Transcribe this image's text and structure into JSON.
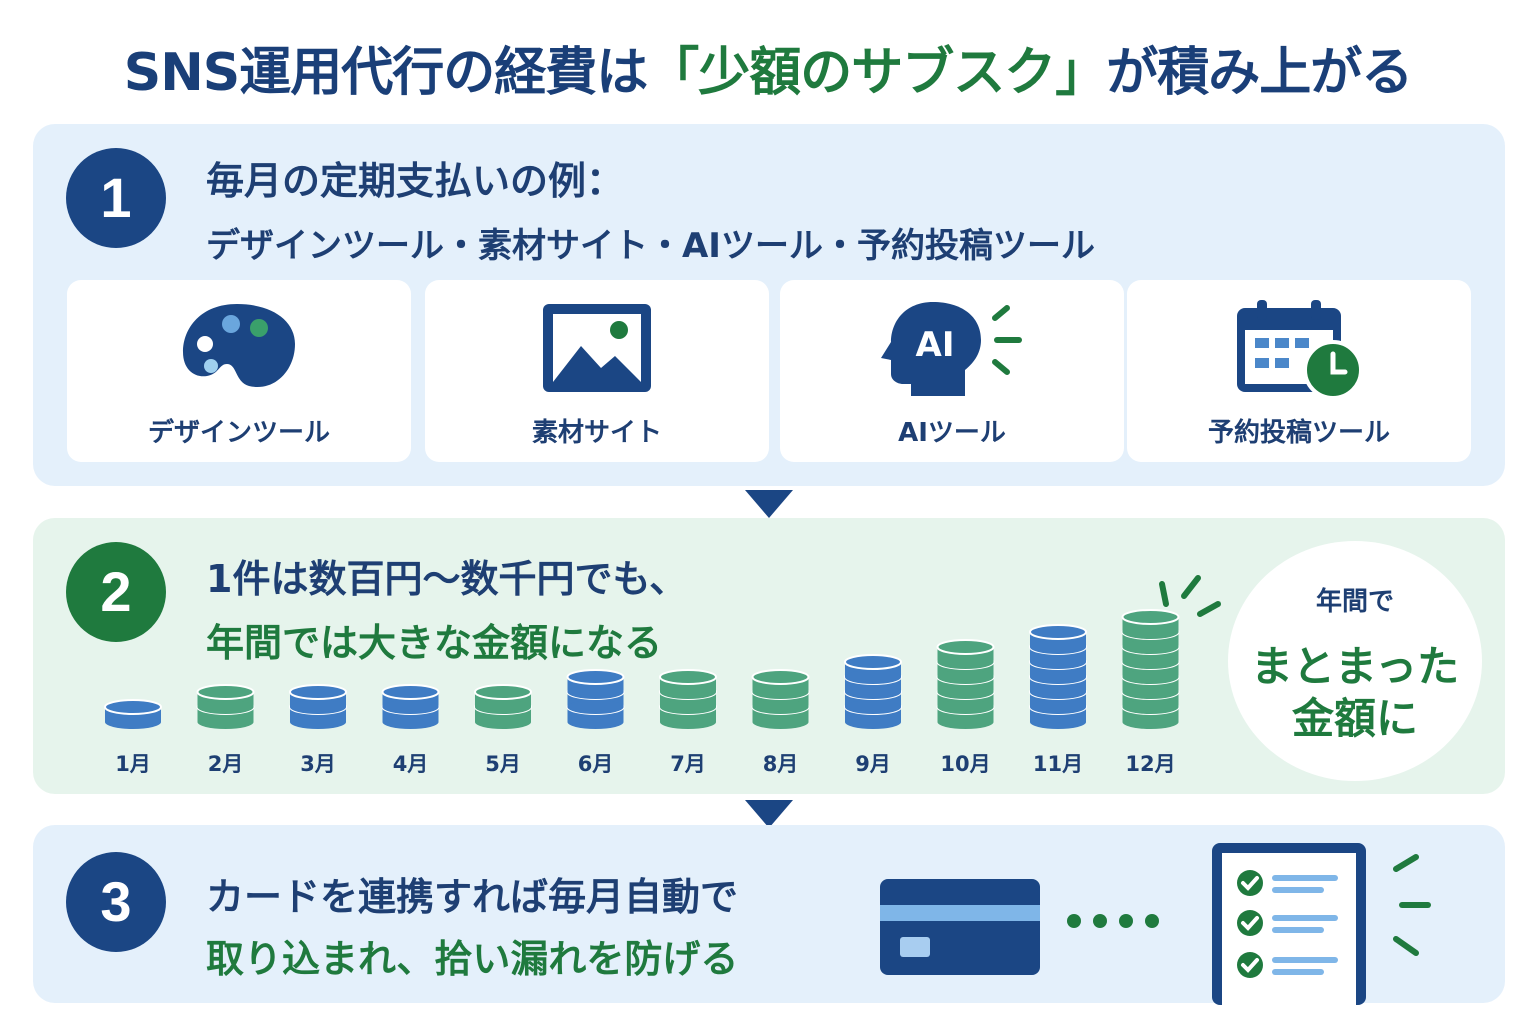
{
  "title": {
    "part1": "SNS運用代行の経費は",
    "highlight": "「少額のサブスク」",
    "part2": "が積み上がる"
  },
  "section1": {
    "number": "1",
    "heading": "毎月の定期支払いの例：",
    "subheading": "デザインツール・素材サイト・AIツール・予約投稿ツール",
    "cards": [
      {
        "label": "デザインツール",
        "icon": "palette-icon"
      },
      {
        "label": "素材サイト",
        "icon": "image-icon"
      },
      {
        "label": "AIツール",
        "icon": "ai-head-icon",
        "icon_text": "AI"
      },
      {
        "label": "予約投稿ツール",
        "icon": "calendar-clock-icon"
      }
    ]
  },
  "section2": {
    "number": "2",
    "line1": "1件は数百円〜数千円でも、",
    "line2": "年間では大きな金額になる",
    "months": [
      {
        "label": "1月",
        "coins": 1
      },
      {
        "label": "2月",
        "coins": 2
      },
      {
        "label": "3月",
        "coins": 2
      },
      {
        "label": "4月",
        "coins": 2
      },
      {
        "label": "5月",
        "coins": 2
      },
      {
        "label": "6月",
        "coins": 3
      },
      {
        "label": "7月",
        "coins": 3
      },
      {
        "label": "8月",
        "coins": 3
      },
      {
        "label": "9月",
        "coins": 4
      },
      {
        "label": "10月",
        "coins": 5
      },
      {
        "label": "11月",
        "coins": 6
      },
      {
        "label": "12月",
        "coins": 7
      }
    ],
    "bubble": {
      "line1": "年間で",
      "line2": "まとまった",
      "line3": "金額に"
    }
  },
  "section3": {
    "number": "3",
    "line1": "カードを連携すれば毎月自動で",
    "line2": "取り込まれ、拾い漏れを防げる"
  },
  "colors": {
    "navy": "#1b4684",
    "green": "#1f7a3e",
    "coin_blue": "#3f7cc4",
    "coin_green": "#4ea47f"
  }
}
